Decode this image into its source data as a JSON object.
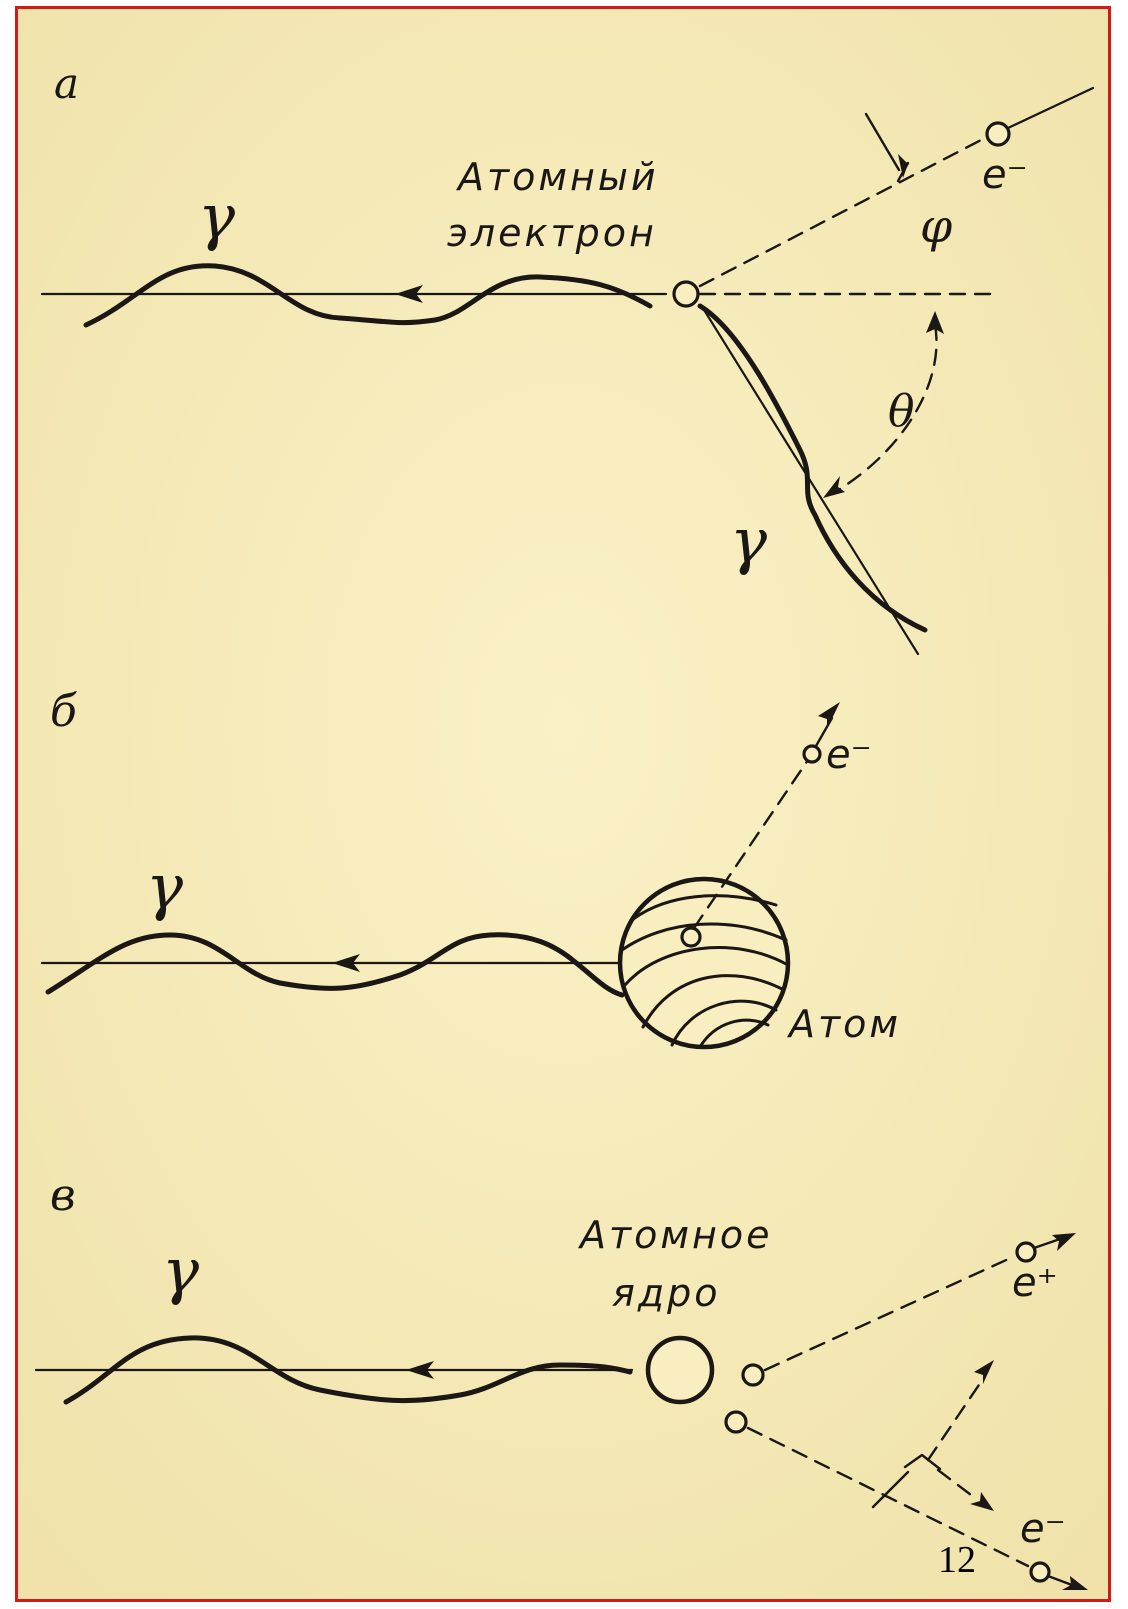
{
  "colors": {
    "paper": "#f8eec0",
    "ink": "#1a1714",
    "frame": "#d11a1a"
  },
  "panel_a": {
    "letter": "а",
    "photon_in": "γ",
    "label_line1": "Атомный",
    "label_line2": "электрон",
    "electron": "e⁻",
    "angle_phi": "φ",
    "angle_theta": "θ",
    "photon_out": "γ"
  },
  "panel_b": {
    "letter": "б",
    "photon": "γ",
    "electron": "e⁻",
    "atom": "Атом"
  },
  "panel_c": {
    "letter": "в",
    "photon": "γ",
    "label_line1": "Атомное",
    "label_line2": "ядро",
    "positron": "e⁺",
    "electron": "e⁻"
  },
  "page_number": "12"
}
